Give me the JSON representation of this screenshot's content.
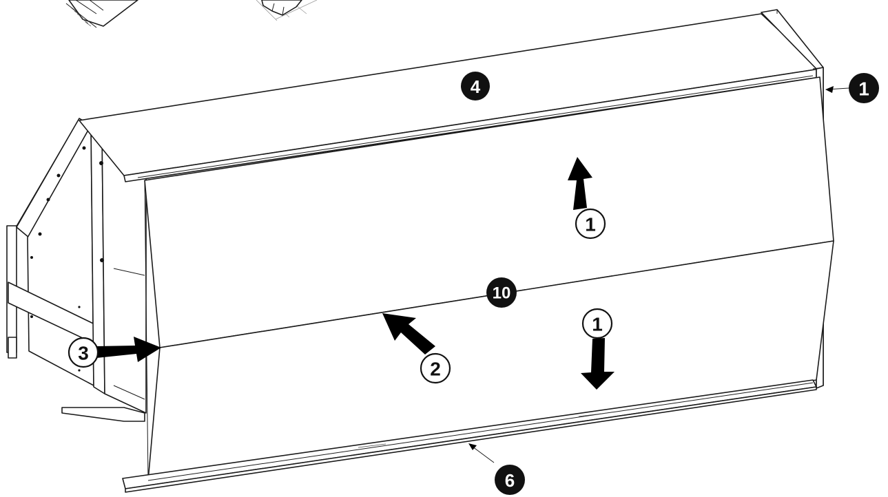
{
  "callouts": {
    "top_panel": "4",
    "side_panel": "1",
    "center_seam": "10",
    "bottom_panel": "6",
    "arrow_up_step": "1",
    "arrow_down_step": "1",
    "arrow_diag_step": "2",
    "arrow_side_step": "3"
  },
  "colors": {
    "line": "#1a1a1a",
    "fill": "#ffffff",
    "badge": "#111111"
  }
}
